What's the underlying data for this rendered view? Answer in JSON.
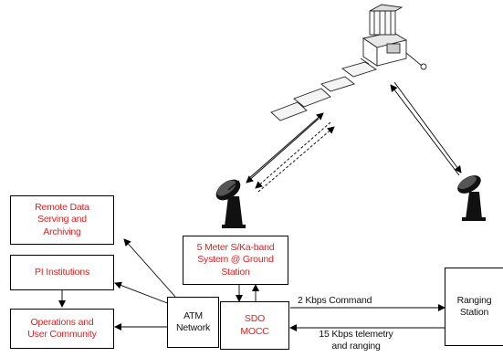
{
  "nodes": {
    "remote_data": "Remote Data\nServing and\nArchiving",
    "pi_institutions": "PI Institutions",
    "operations": "Operations and\nUser Community",
    "atm_network": "ATM\nNetwork",
    "ground_station": "5 Meter S/Ka-band\nSystem @ Ground\nStation",
    "sdo_mocc": "SDO\nMOCC",
    "ranging_station": "Ranging\nStation"
  },
  "links": {
    "command": "2 Kbps Command",
    "telemetry": "15 Kbps telemetry\nand ranging"
  },
  "colors": {
    "accent_text": "#e02020",
    "line": "#000000"
  },
  "icons": {
    "spacecraft": "satellite-icon",
    "dish_left": "antenna-dish-icon",
    "dish_right": "antenna-dish-icon"
  }
}
